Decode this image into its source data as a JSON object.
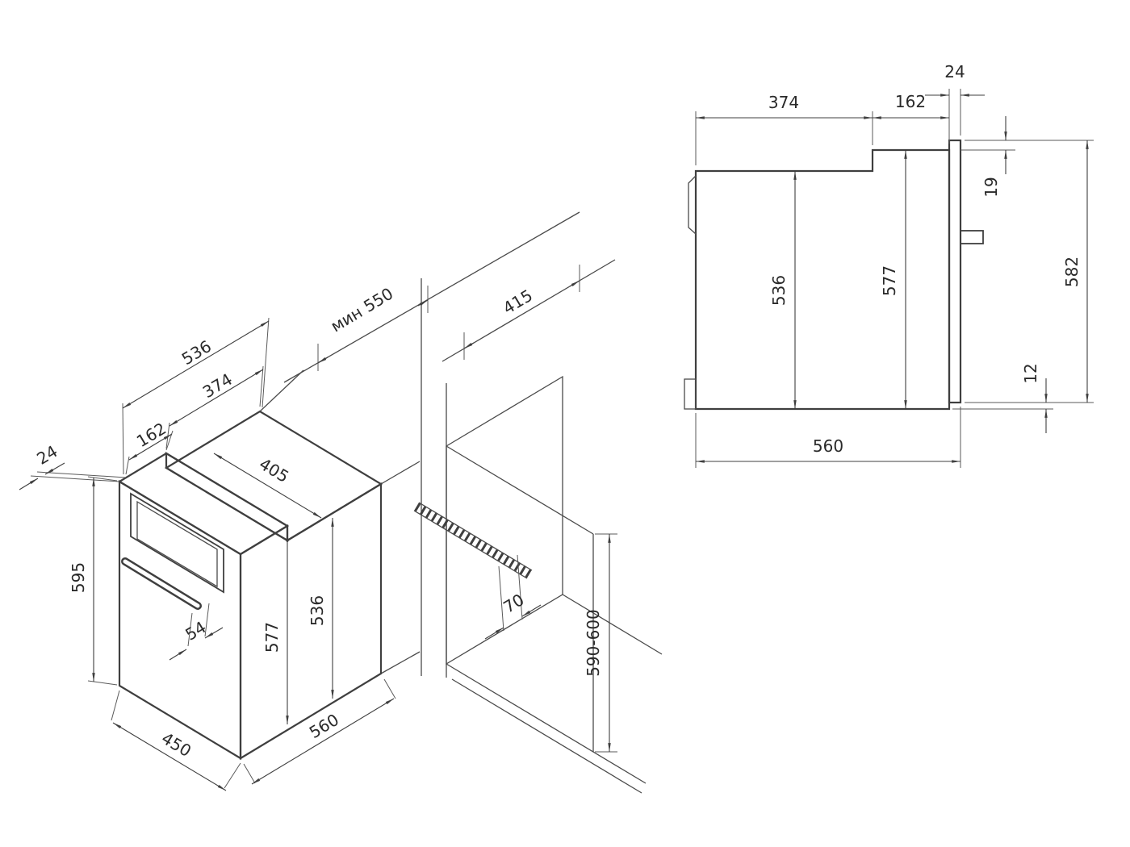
{
  "colors": {
    "background": "#ffffff",
    "line": "#3f3f3f",
    "text": "#2a2a2a"
  },
  "iso": {
    "d536_top": "536",
    "d374": "374",
    "d162": "162",
    "d24": "24",
    "d595": "595",
    "d54": "54",
    "d405": "405",
    "d577": "577",
    "d536_side": "536",
    "d450": "450",
    "d560": "560",
    "dmin550": "мин 550",
    "d415": "415",
    "d70": "70",
    "d590_600": "590-600"
  },
  "side": {
    "d24": "24",
    "d374": "374",
    "d162": "162",
    "d19": "19",
    "d536": "536",
    "d577": "577",
    "d582": "582",
    "d12": "12",
    "d560": "560"
  }
}
